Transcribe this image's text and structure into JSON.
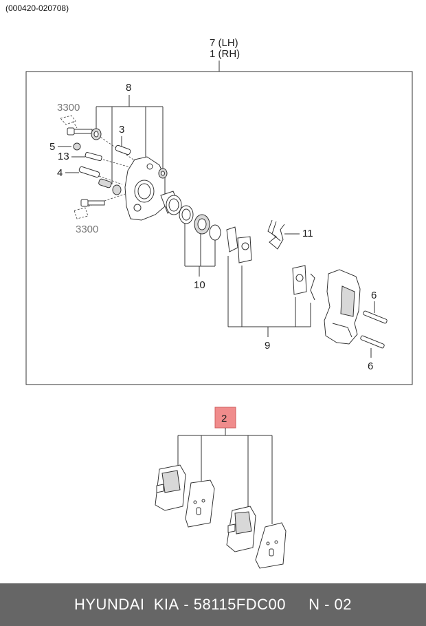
{
  "header": {
    "date_range": "(000420-020708)"
  },
  "callouts": {
    "assembly_lh": "7 (LH)",
    "assembly_rh": "1 (RH)",
    "c8": "8",
    "c3300_top": "3300",
    "c3": "3",
    "c5": "5",
    "c13": "13",
    "c4": "4",
    "c3300_bottom": "3300",
    "c11": "11",
    "c10": "10",
    "c9": "9",
    "c6_top": "6",
    "c6_bottom": "6",
    "c2": "2"
  },
  "colors": {
    "highlight": "#f08c8c",
    "footer_bg": "#666666"
  },
  "footer": {
    "brand": "HYUNDAI  KIA",
    "separator": " - ",
    "part_number": "58115FDC00",
    "page_code": "N - 02"
  }
}
